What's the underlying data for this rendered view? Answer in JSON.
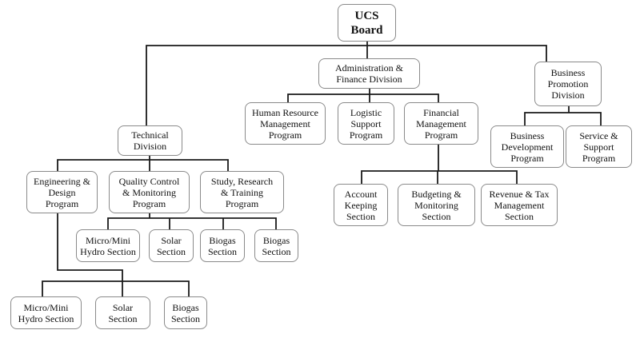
{
  "diagram": {
    "type": "org-chart",
    "nodes": {
      "board": "UCS\nBoard",
      "admin": "Administration &\nFinance Division",
      "business_promotion": "Business\nPromotion\nDivision",
      "technical": "Technical\nDivision",
      "hr": "Human Resource\nManagement\nProgram",
      "logistic": "Logistic\nSupport\nProgram",
      "financial": "Financial\nManagement\nProgram",
      "account": "Account\nKeeping\nSection",
      "budgeting": "Budgeting &\nMonitoring\nSection",
      "revenue": "Revenue & Tax\nManagement\nSection",
      "business_dev": "Business\nDevelopment\nProgram",
      "service_support": "Service &\nSupport\nProgram",
      "engineering": "Engineering &\nDesign\nProgram",
      "quality_control": "Quality Control\n& Monitoring\nProgram",
      "study_research": "Study, Research\n& Training\nProgram",
      "qc_micro_hydro": "Micro/Mini\nHydro Section",
      "qc_solar": "Solar\nSection",
      "qc_biogas_1": "Biogas\nSection",
      "qc_biogas_2": "Biogas\nSection",
      "eng_micro_hydro": "Micro/Mini\nHydro Section",
      "eng_solar": "Solar\nSection",
      "eng_biogas": "Biogas\nSection"
    },
    "edges": [
      [
        "board",
        "technical"
      ],
      [
        "board",
        "admin"
      ],
      [
        "board",
        "business_promotion"
      ],
      [
        "admin",
        "hr"
      ],
      [
        "admin",
        "logistic"
      ],
      [
        "admin",
        "financial"
      ],
      [
        "financial",
        "account"
      ],
      [
        "financial",
        "budgeting"
      ],
      [
        "financial",
        "revenue"
      ],
      [
        "business_promotion",
        "business_dev"
      ],
      [
        "business_promotion",
        "service_support"
      ],
      [
        "technical",
        "engineering"
      ],
      [
        "technical",
        "quality_control"
      ],
      [
        "technical",
        "study_research"
      ],
      [
        "quality_control",
        "qc_micro_hydro"
      ],
      [
        "quality_control",
        "qc_solar"
      ],
      [
        "quality_control",
        "qc_biogas_1"
      ],
      [
        "quality_control",
        "qc_biogas_2"
      ],
      [
        "engineering",
        "eng_micro_hydro"
      ],
      [
        "engineering",
        "eng_solar"
      ],
      [
        "engineering",
        "eng_biogas"
      ]
    ]
  }
}
